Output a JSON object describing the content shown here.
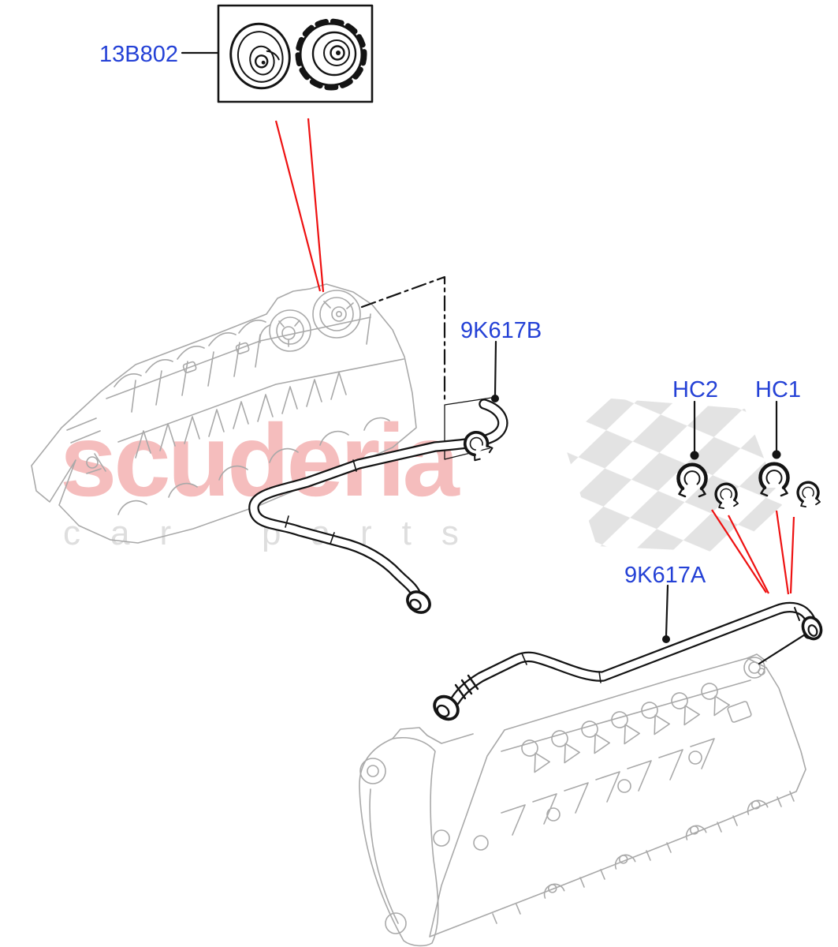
{
  "diagram": {
    "part_labels": {
      "cap_kit": "13B802",
      "hose_upper": "9K617B",
      "clamp_hc2": "HC2",
      "clamp_hc1": "HC1",
      "hose_lower": "9K617A"
    },
    "watermark": {
      "brand": "scuderia",
      "tagline_word1": "car",
      "tagline_word2": "parts"
    },
    "colors": {
      "label_blue": "#2441d6",
      "callout_red": "#ee1111",
      "drawing_gray": "#a9a9a9",
      "ink_black": "#141414",
      "watermark_pink": "#f5bdbd",
      "watermark_gray": "#dedede",
      "flag_gray": "#e3e3e3",
      "background": "#ffffff"
    }
  }
}
